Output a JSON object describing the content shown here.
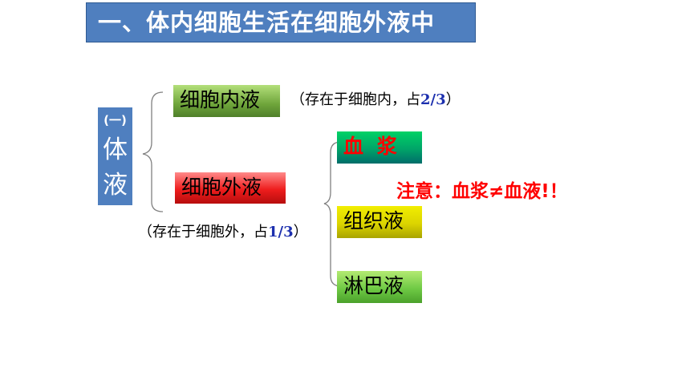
{
  "title": "一、体内细胞生活在细胞外液中",
  "body_fluid": {
    "mark": "(一)",
    "char1": "体",
    "char2": "液"
  },
  "intracellular": {
    "label": "细胞内液",
    "note_pre": "（存在于细胞内，占",
    "fraction": "2/3",
    "note_post": "）"
  },
  "extracellular": {
    "label": "细胞外液",
    "note_pre": "（存在于细胞外，占",
    "fraction": "1/3",
    "note_post": "）"
  },
  "components": {
    "plasma": "血 浆",
    "tissue": "组织液",
    "lymph": "淋巴液"
  },
  "attention": "注意：血浆≠血液!！",
  "colors": {
    "title_bg": "#4f7fbf",
    "plasma_text": "#ff0000",
    "fraction": "#1c2fae",
    "attention": "#ff0000"
  }
}
